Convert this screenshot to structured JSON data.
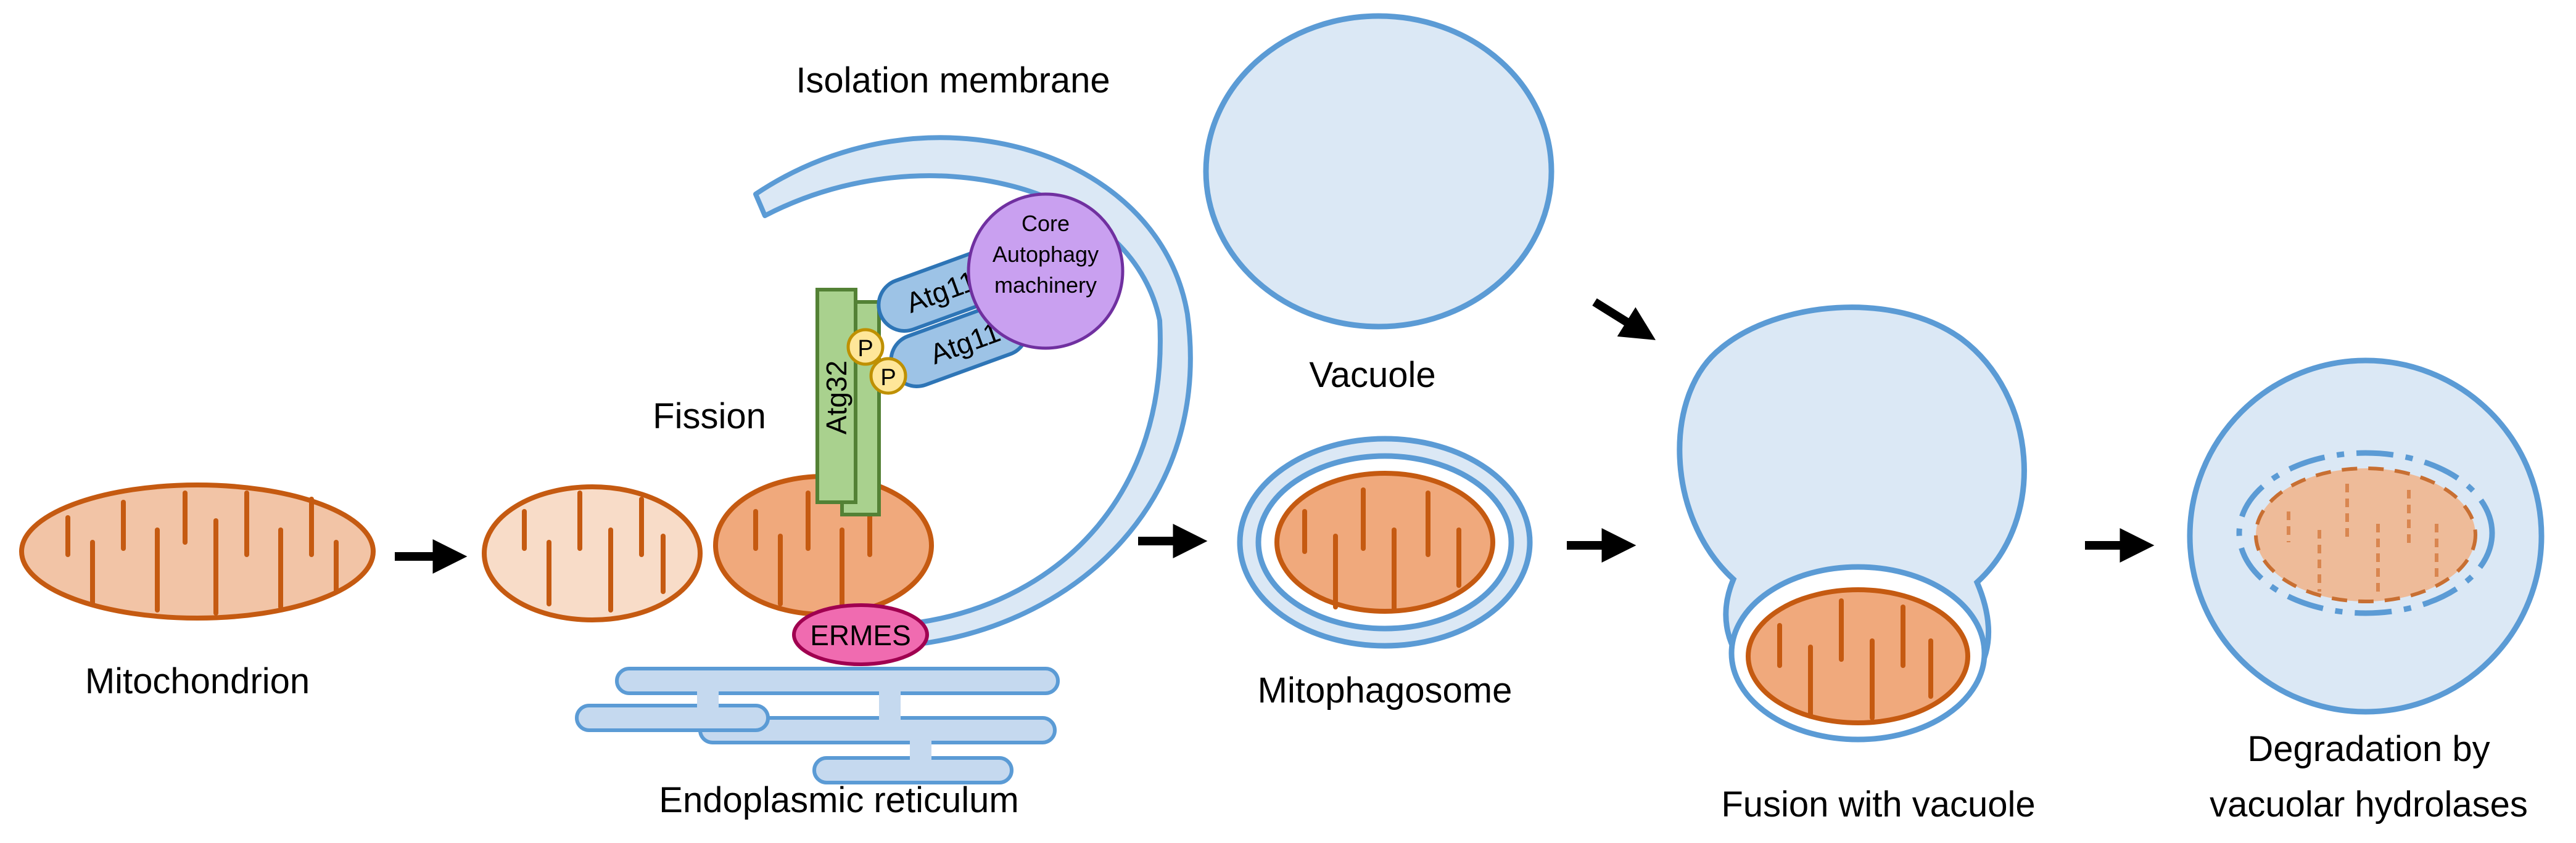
{
  "labels": {
    "mitochondrion": "Mitochondrion",
    "isolation_membrane": "Isolation membrane",
    "fission": "Fission",
    "vacuole": "Vacuole",
    "mitophagosome": "Mitophagosome",
    "er": "Endoplasmic reticulum",
    "fusion": "Fusion with vacuole",
    "degradation_line1": "Degradation by",
    "degradation_line2": "vacuolar hydrolases"
  },
  "proteins": {
    "atg32": "Atg32",
    "atg11_top": "Atg11",
    "atg11_bottom": "Atg11",
    "phospho": "P",
    "ermes": "ERMES",
    "core_line1": "Core",
    "core_line2": "Autophagy",
    "core_line3": "machinery"
  },
  "colors": {
    "mito_fill": "#f2c4a6",
    "mito_fill_dark": "#f0a97c",
    "mito_fill_light": "#f8dcc8",
    "mito_stroke": "#c55a11",
    "membrane_fill": "#dbe8f5",
    "membrane_stroke": "#5b9bd5",
    "atg32_fill": "#a9d18e",
    "atg32_stroke": "#538135",
    "atg11_fill": "#9dc3e6",
    "core_fill": "#c9a0f0",
    "core_stroke": "#7030a0",
    "ermes_fill": "#f06bb0",
    "ermes_stroke": "#a00050",
    "phospho_fill": "#ffe699",
    "phospho_stroke": "#bf9000"
  }
}
